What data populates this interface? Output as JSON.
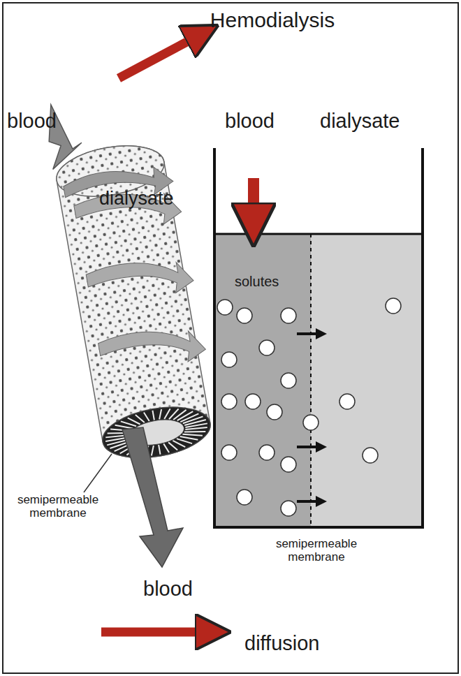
{
  "diagram": {
    "title": "Hemodialysis",
    "labels": [
      "blood",
      "dialysate",
      "blood",
      "dialysate",
      "solutes",
      "semipermeable membrane",
      "semipermeable membrane",
      "blood",
      "diffusion"
    ]
  }
}
